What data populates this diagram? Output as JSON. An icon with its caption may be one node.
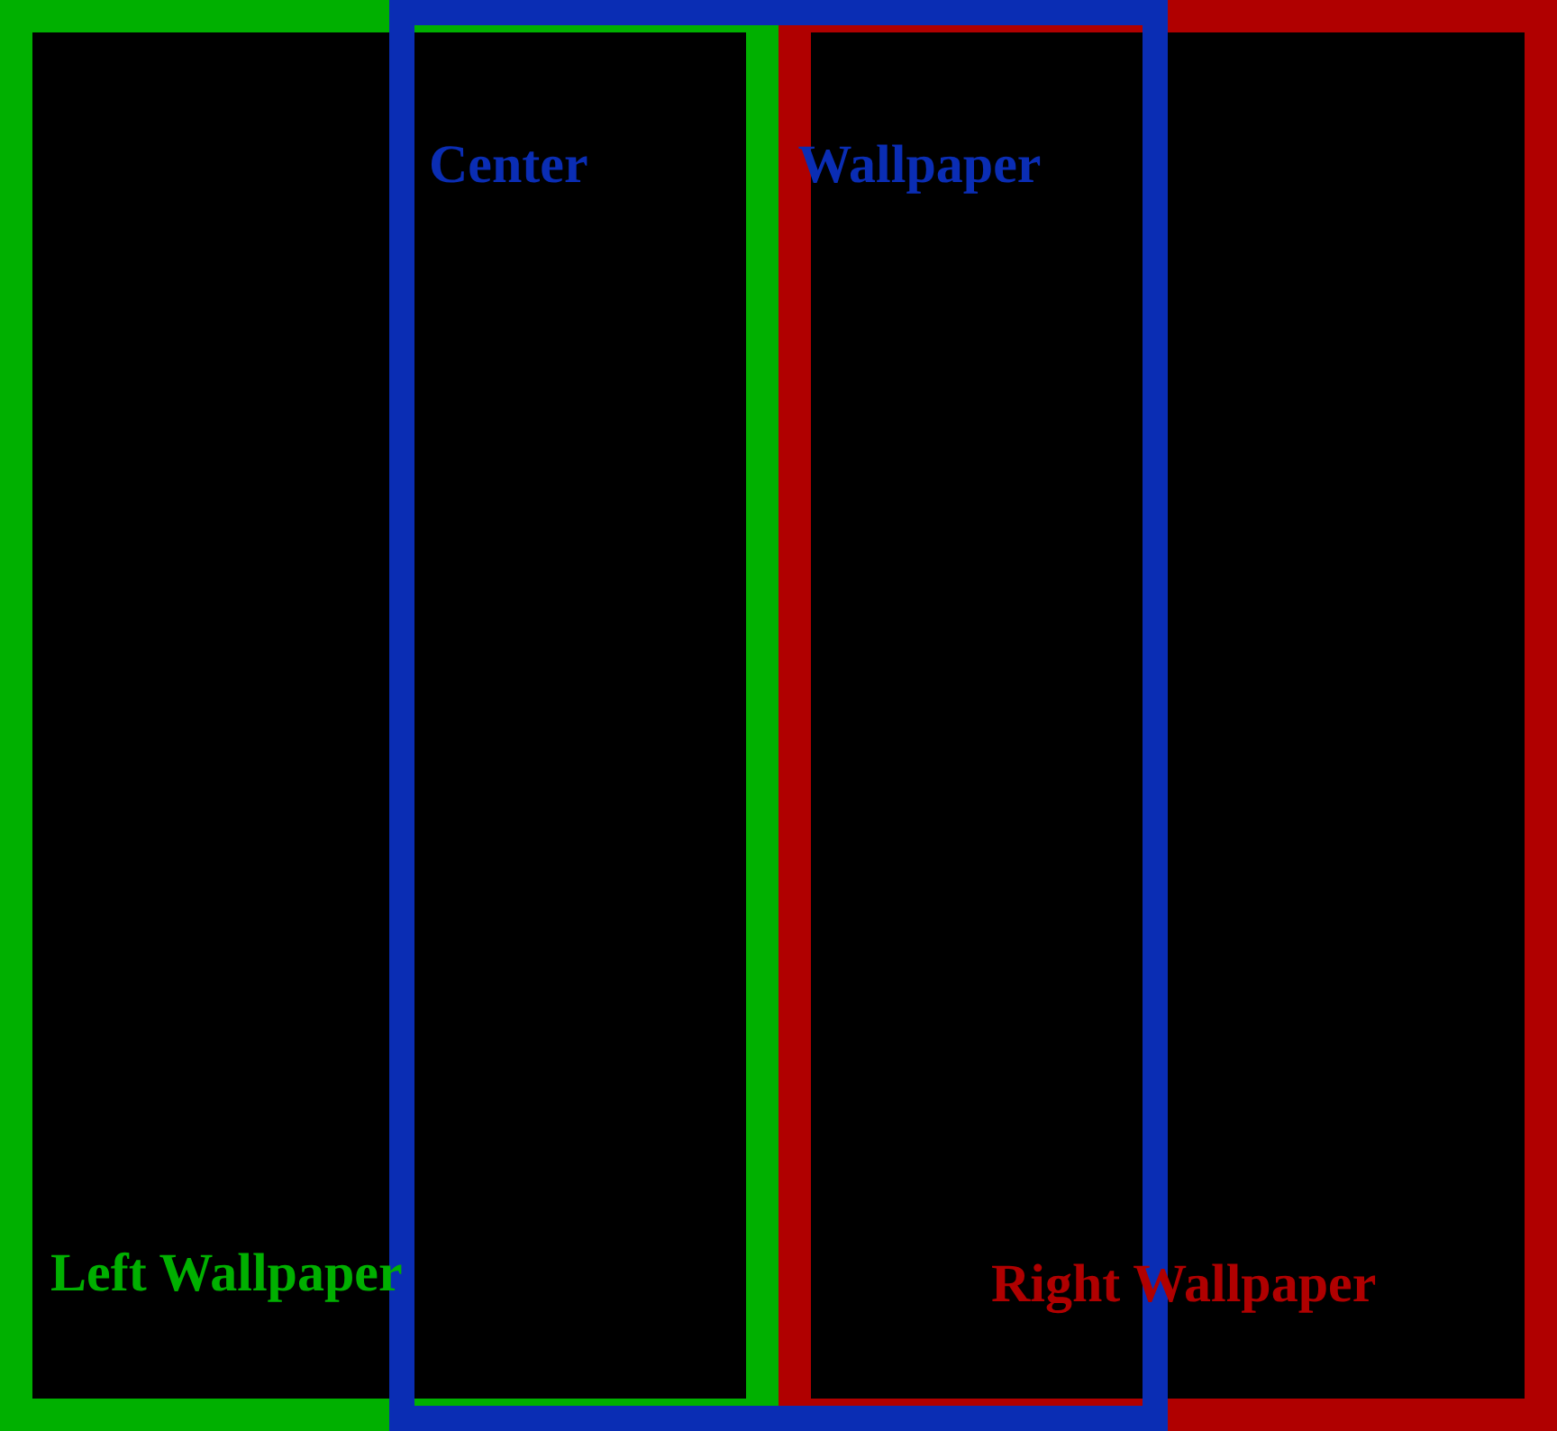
{
  "diagram": {
    "nodes": [
      {
        "text": [
          "Left Wallpaper"
        ]
      },
      {
        "text": [
          "Right Wallpaper"
        ]
      },
      {
        "text": [
          "Center Wallpaper"
        ]
      }
    ]
  }
}
